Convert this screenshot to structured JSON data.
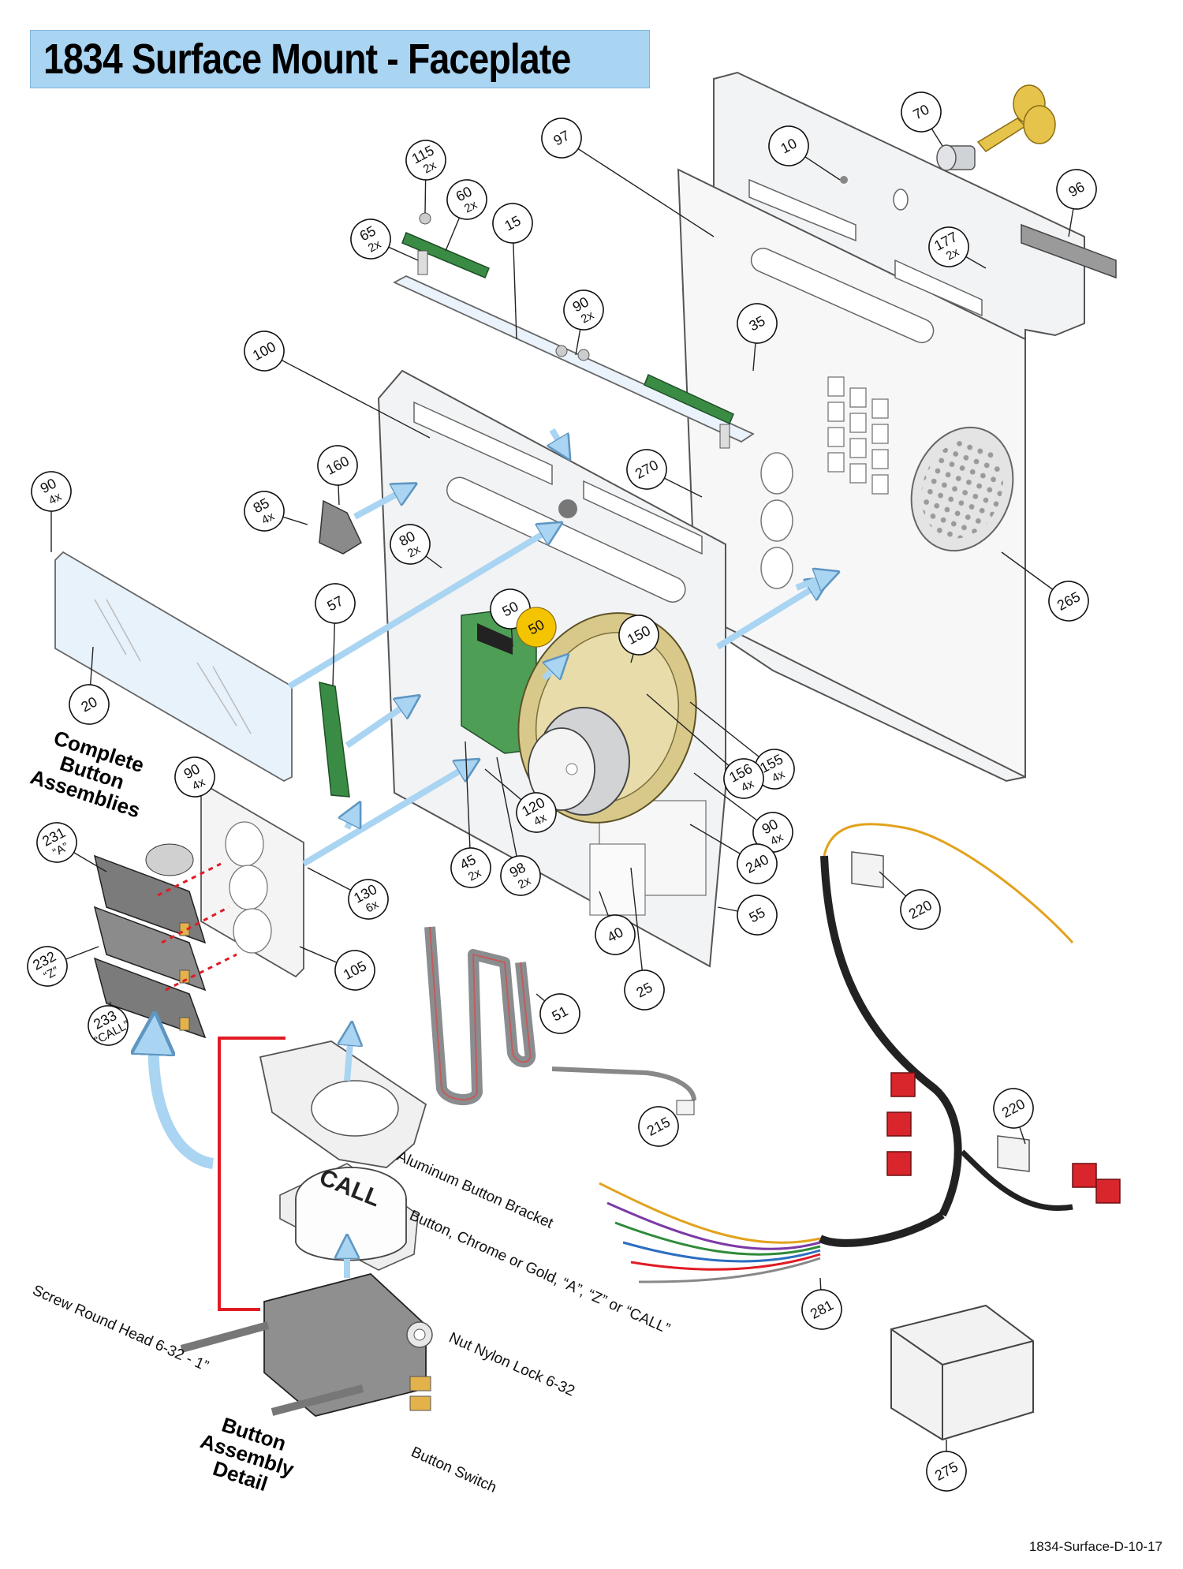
{
  "title": "1834 Surface Mount - Faceplate",
  "footer_code": "1834-Surface-D-10-17",
  "button_label": "CALL",
  "callouts": [
    {
      "num": "10",
      "qty": ""
    },
    {
      "num": "70",
      "qty": ""
    },
    {
      "num": "96",
      "qty": ""
    },
    {
      "num": "97",
      "qty": ""
    },
    {
      "num": "115",
      "qty": "2x"
    },
    {
      "num": "60",
      "qty": "2x"
    },
    {
      "num": "15",
      "qty": ""
    },
    {
      "num": "65",
      "qty": "2x"
    },
    {
      "num": "177",
      "qty": "2x"
    },
    {
      "num": "90",
      "qty": "2x"
    },
    {
      "num": "35",
      "qty": ""
    },
    {
      "num": "100",
      "qty": ""
    },
    {
      "num": "270",
      "qty": ""
    },
    {
      "num": "160",
      "qty": ""
    },
    {
      "num": "90",
      "qty": "4x"
    },
    {
      "num": "85",
      "qty": "4x"
    },
    {
      "num": "80",
      "qty": "2x"
    },
    {
      "num": "265",
      "qty": ""
    },
    {
      "num": "57",
      "qty": ""
    },
    {
      "num": "50",
      "qty": ""
    },
    {
      "num": "150",
      "qty": ""
    },
    {
      "num": "20",
      "qty": ""
    },
    {
      "num": "155",
      "qty": "4x"
    },
    {
      "num": "156",
      "qty": "4x"
    },
    {
      "num": "90",
      "qty": "4x"
    },
    {
      "num": "120",
      "qty": "4x"
    },
    {
      "num": "90",
      "qty": "4x"
    },
    {
      "num": "240",
      "qty": ""
    },
    {
      "num": "231",
      "qty": "“A”"
    },
    {
      "num": "45",
      "qty": "2x"
    },
    {
      "num": "98",
      "qty": "2x"
    },
    {
      "num": "130",
      "qty": "6x"
    },
    {
      "num": "220",
      "qty": ""
    },
    {
      "num": "55",
      "qty": ""
    },
    {
      "num": "40",
      "qty": ""
    },
    {
      "num": "25",
      "qty": ""
    },
    {
      "num": "232",
      "qty": "“Z”"
    },
    {
      "num": "105",
      "qty": ""
    },
    {
      "num": "51",
      "qty": ""
    },
    {
      "num": "233",
      "qty": "“CALL”"
    },
    {
      "num": "220",
      "qty": ""
    },
    {
      "num": "215",
      "qty": ""
    },
    {
      "num": "281",
      "qty": ""
    },
    {
      "num": "275",
      "qty": ""
    }
  ],
  "highlight_callout": {
    "num": "50",
    "color": "#f5c400"
  },
  "headings": {
    "complete_button": [
      "Complete",
      "Button",
      "Assemblies"
    ],
    "detail": [
      "Button",
      "Assembly",
      "Detail"
    ]
  },
  "annotations": {
    "bracket": "Aluminum Button Bracket",
    "button": "Button, Chrome or Gold, “A”, “Z” or “CALL”",
    "screw": "Screw Round Head 6-32 - 1”",
    "nut": "Nut Nylon Lock 6-32",
    "switch": "Button Switch"
  },
  "colors": {
    "title_bg": "#a9d4f2",
    "arrow": "#a9d4f2",
    "plate": "#f2f3f4",
    "pcb": "#3a8c45",
    "speaker": "#d8c98a",
    "red_line": "#e01b24"
  }
}
